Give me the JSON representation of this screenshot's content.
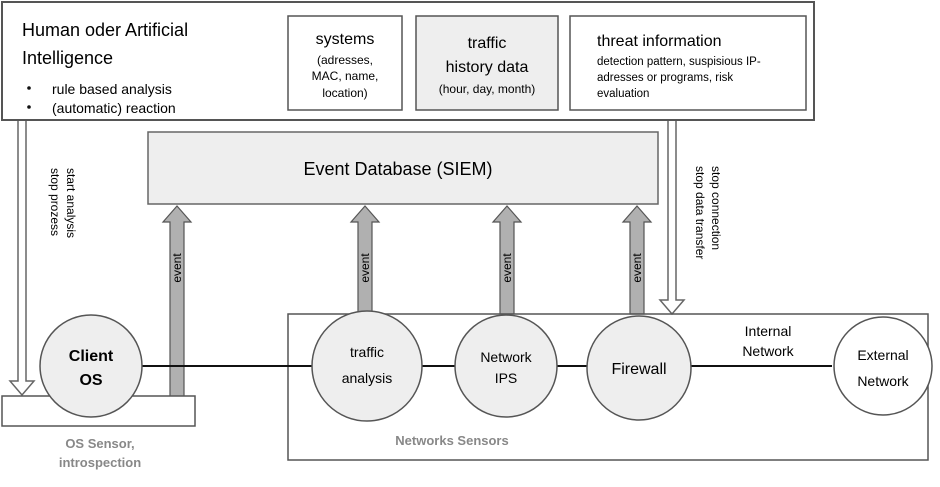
{
  "top_panel": {
    "title_line1": "Human  oder Artificial",
    "title_line2": "Intelligence",
    "bullets": [
      "rule based analysis",
      "(automatic) reaction"
    ]
  },
  "info_boxes": {
    "systems": {
      "title": "systems",
      "details": [
        "(adresses,",
        "MAC, name,",
        "location)"
      ]
    },
    "traffic": {
      "title_lines": [
        "traffic",
        "history data"
      ],
      "details": [
        "(hour, day, month)"
      ]
    },
    "threat": {
      "title": "threat information",
      "details": [
        "detection pattern, suspisious IP-",
        "adresses or programs, risk",
        "evaluation"
      ]
    }
  },
  "event_db": {
    "label": "Event Database (SIEM)"
  },
  "left_arrow_labels": [
    "start analysis",
    "stop prozess"
  ],
  "right_arrow_labels": [
    "stop connection",
    "stop data transfer"
  ],
  "event_label": "event",
  "nodes": {
    "client_os": [
      "Client",
      "OS"
    ],
    "traffic_analysis": [
      "traffic",
      "analysis"
    ],
    "network_ips": [
      "Network",
      "IPS"
    ],
    "firewall": [
      "Firewall"
    ],
    "external_network": [
      "External",
      "Network"
    ]
  },
  "internal_network": [
    "Internal",
    "Network"
  ],
  "os_sensor_caption": [
    "OS Sensor,",
    "introspection"
  ],
  "network_sensors_caption": "Networks Sensors",
  "colors": {
    "box_fill": "#eeeeee",
    "stroke": "#333333",
    "arrow_fill": "#b0b0b0",
    "caption_gray": "#888888",
    "white": "#ffffff"
  }
}
